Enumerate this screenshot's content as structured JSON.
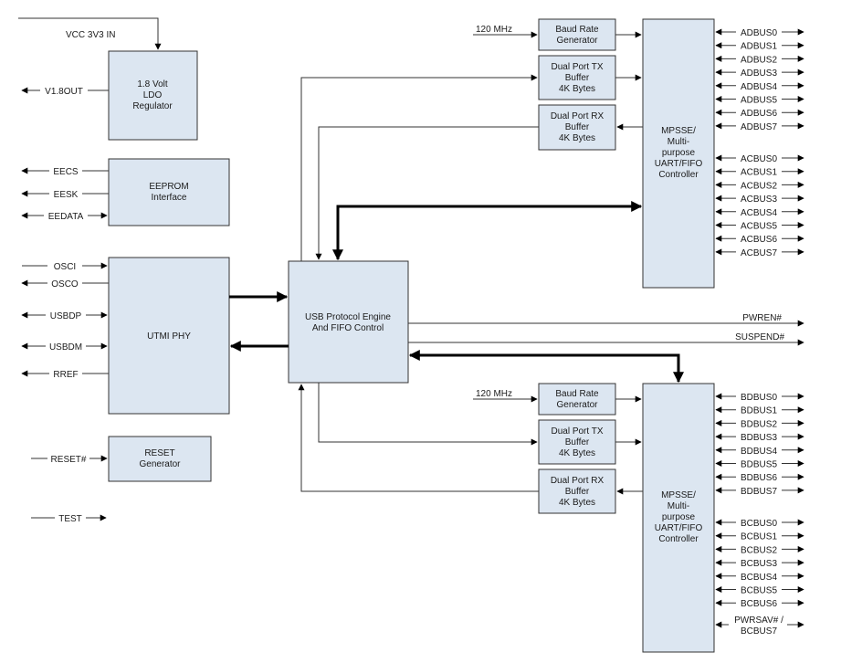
{
  "power": {
    "vcc_in": "VCC 3V3 IN",
    "v18_out": "V1.8OUT"
  },
  "blocks": {
    "ldo": [
      "1.8 Volt",
      "LDO",
      "Regulator"
    ],
    "eeprom": [
      "EEPROM",
      "Interface"
    ],
    "phy": [
      "UTMI PHY"
    ],
    "reset": [
      "RESET",
      "Generator"
    ],
    "engine": [
      "USB Protocol Engine",
      "And FIFO Control"
    ],
    "baud_a": [
      "Baud Rate",
      "Generator"
    ],
    "tx_a": [
      "Dual Port TX",
      "Buffer",
      "4K Bytes"
    ],
    "rx_a": [
      "Dual Port RX",
      "Buffer",
      "4K Bytes"
    ],
    "mpsse_a": [
      "MPSSE/",
      "Multi-",
      "purpose",
      "UART/FIFO",
      "Controller"
    ],
    "baud_b": [
      "Baud Rate",
      "Generator"
    ],
    "tx_b": [
      "Dual Port TX",
      "Buffer",
      "4K Bytes"
    ],
    "rx_b": [
      "Dual Port RX",
      "Buffer",
      "4K Bytes"
    ],
    "mpsse_b": [
      "MPSSE/",
      "Multi-",
      "purpose",
      "UART/FIFO",
      "Controller"
    ]
  },
  "clock": {
    "a": "120 MHz",
    "b": "120 MHz"
  },
  "eeprom_signals": [
    "EECS",
    "EESK",
    "EEDATA"
  ],
  "phy_signals": [
    "OSCI",
    "OSCO",
    "USBDP",
    "USBDM",
    "RREF"
  ],
  "reset_signal": "RESET#",
  "test_signal": "TEST",
  "adbus": [
    "ADBUS0",
    "ADBUS1",
    "ADBUS2",
    "ADBUS3",
    "ADBUS4",
    "ADBUS5",
    "ADBUS6",
    "ADBUS7"
  ],
  "acbus": [
    "ACBUS0",
    "ACBUS1",
    "ACBUS2",
    "ACBUS3",
    "ACBUS4",
    "ACBUS5",
    "ACBUS6",
    "ACBUS7"
  ],
  "bdbus": [
    "BDBUS0",
    "BDBUS1",
    "BDBUS2",
    "BDBUS3",
    "BDBUS4",
    "BDBUS5",
    "BDBUS6",
    "BDBUS7"
  ],
  "bcbus": [
    "BCBUS0",
    "BCBUS1",
    "BCBUS2",
    "BCBUS3",
    "BCBUS4",
    "BCBUS5",
    "BCBUS6"
  ],
  "bcbus7": [
    "PWRSAV# /",
    "BCBUS7"
  ],
  "status": {
    "pwren": "PWREN#",
    "suspend": "SUSPEND#"
  }
}
